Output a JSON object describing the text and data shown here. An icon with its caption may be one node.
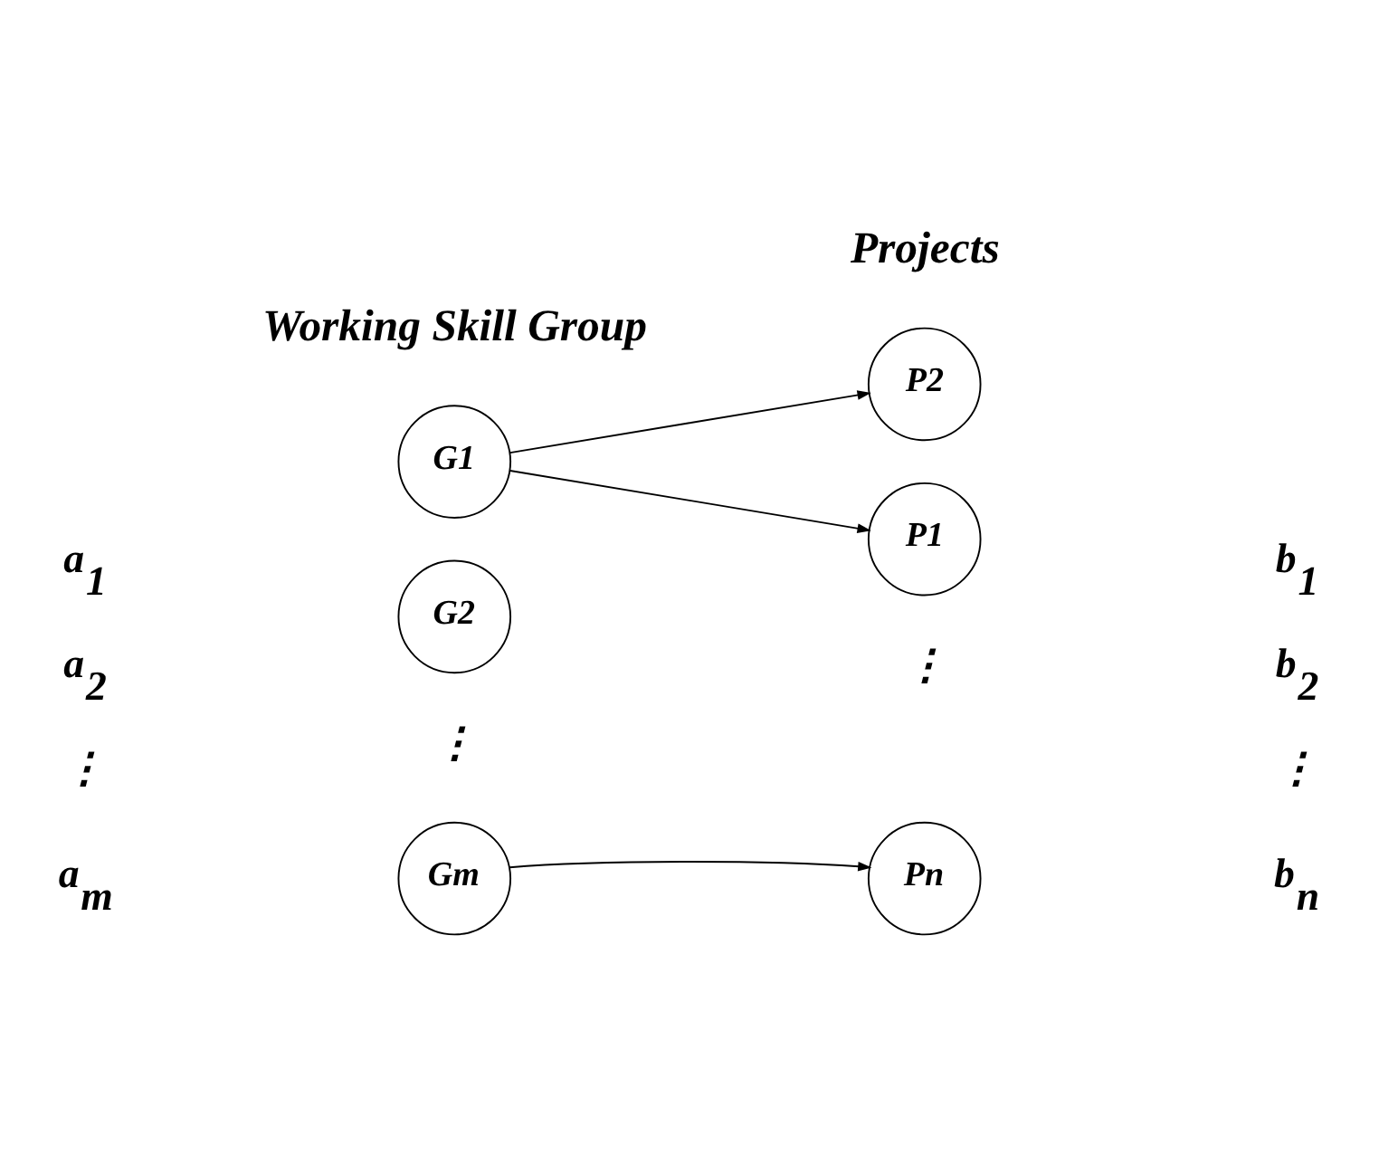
{
  "diagram": {
    "nodes": [
      {
        "text": [
          "G1"
        ]
      },
      {
        "text": [
          "G2"
        ]
      },
      {
        "text": [
          "Gm"
        ]
      },
      {
        "text": [
          "P1"
        ]
      },
      {
        "text": [
          "P2"
        ]
      },
      {
        "text": [
          "Pn"
        ]
      }
    ],
    "edges": [
      {
        "from": 0,
        "to": 3,
        "arrow": "to"
      },
      {
        "from": 0,
        "to": 4,
        "arrow": "to"
      },
      {
        "from": 2,
        "to": 5,
        "arrow": "to"
      }
    ],
    "labels": [
      "Working Skill Group",
      "Projects",
      "a$_{1}$",
      "b$_{1}$",
      "a$_{2}$",
      "b$_{2}$",
      "⋮",
      "⋮",
      "⋮",
      "⋮",
      "a$_{m}$",
      "b$_{n}$"
    ]
  }
}
